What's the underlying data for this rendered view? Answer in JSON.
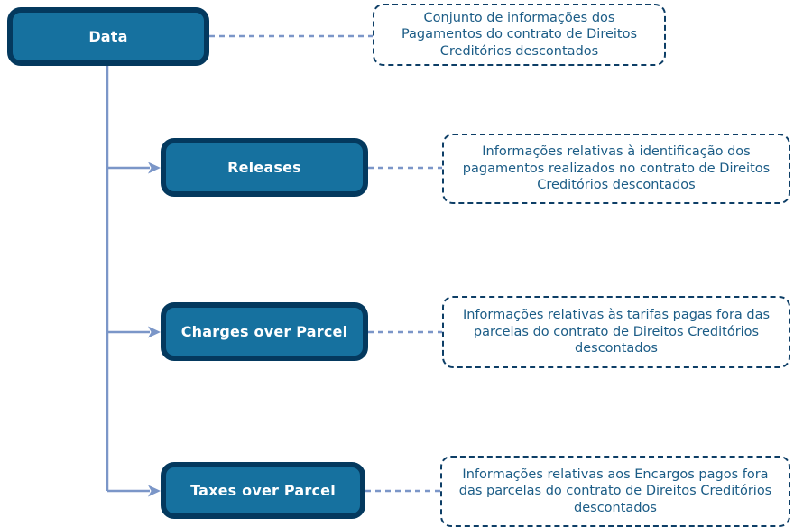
{
  "diagram": {
    "root": {
      "label": "Data",
      "description": "Conjunto de informações dos Pagamentos do contrato de Direitos Creditórios descontados"
    },
    "children": [
      {
        "label": "Releases",
        "description": "Informações relativas à identificação dos pagamentos realizados no contrato de Direitos Creditórios descontados"
      },
      {
        "label": "Charges over Parcel",
        "description": "Informações relativas às tarifas pagas fora das parcelas do contrato de Direitos Creditórios descontados"
      },
      {
        "label": "Taxes over Parcel",
        "description": "Informações relativas aos Encargos pagos fora das parcelas do contrato de Direitos Creditórios descontados"
      }
    ],
    "colors": {
      "node_fill": "#16719f",
      "node_border": "#04395e",
      "node_text": "#ffffff",
      "connector": "#7b96c8",
      "annotation_border": "#0d3e66",
      "annotation_text": "#1b5c86",
      "background": "#ffffff"
    }
  }
}
